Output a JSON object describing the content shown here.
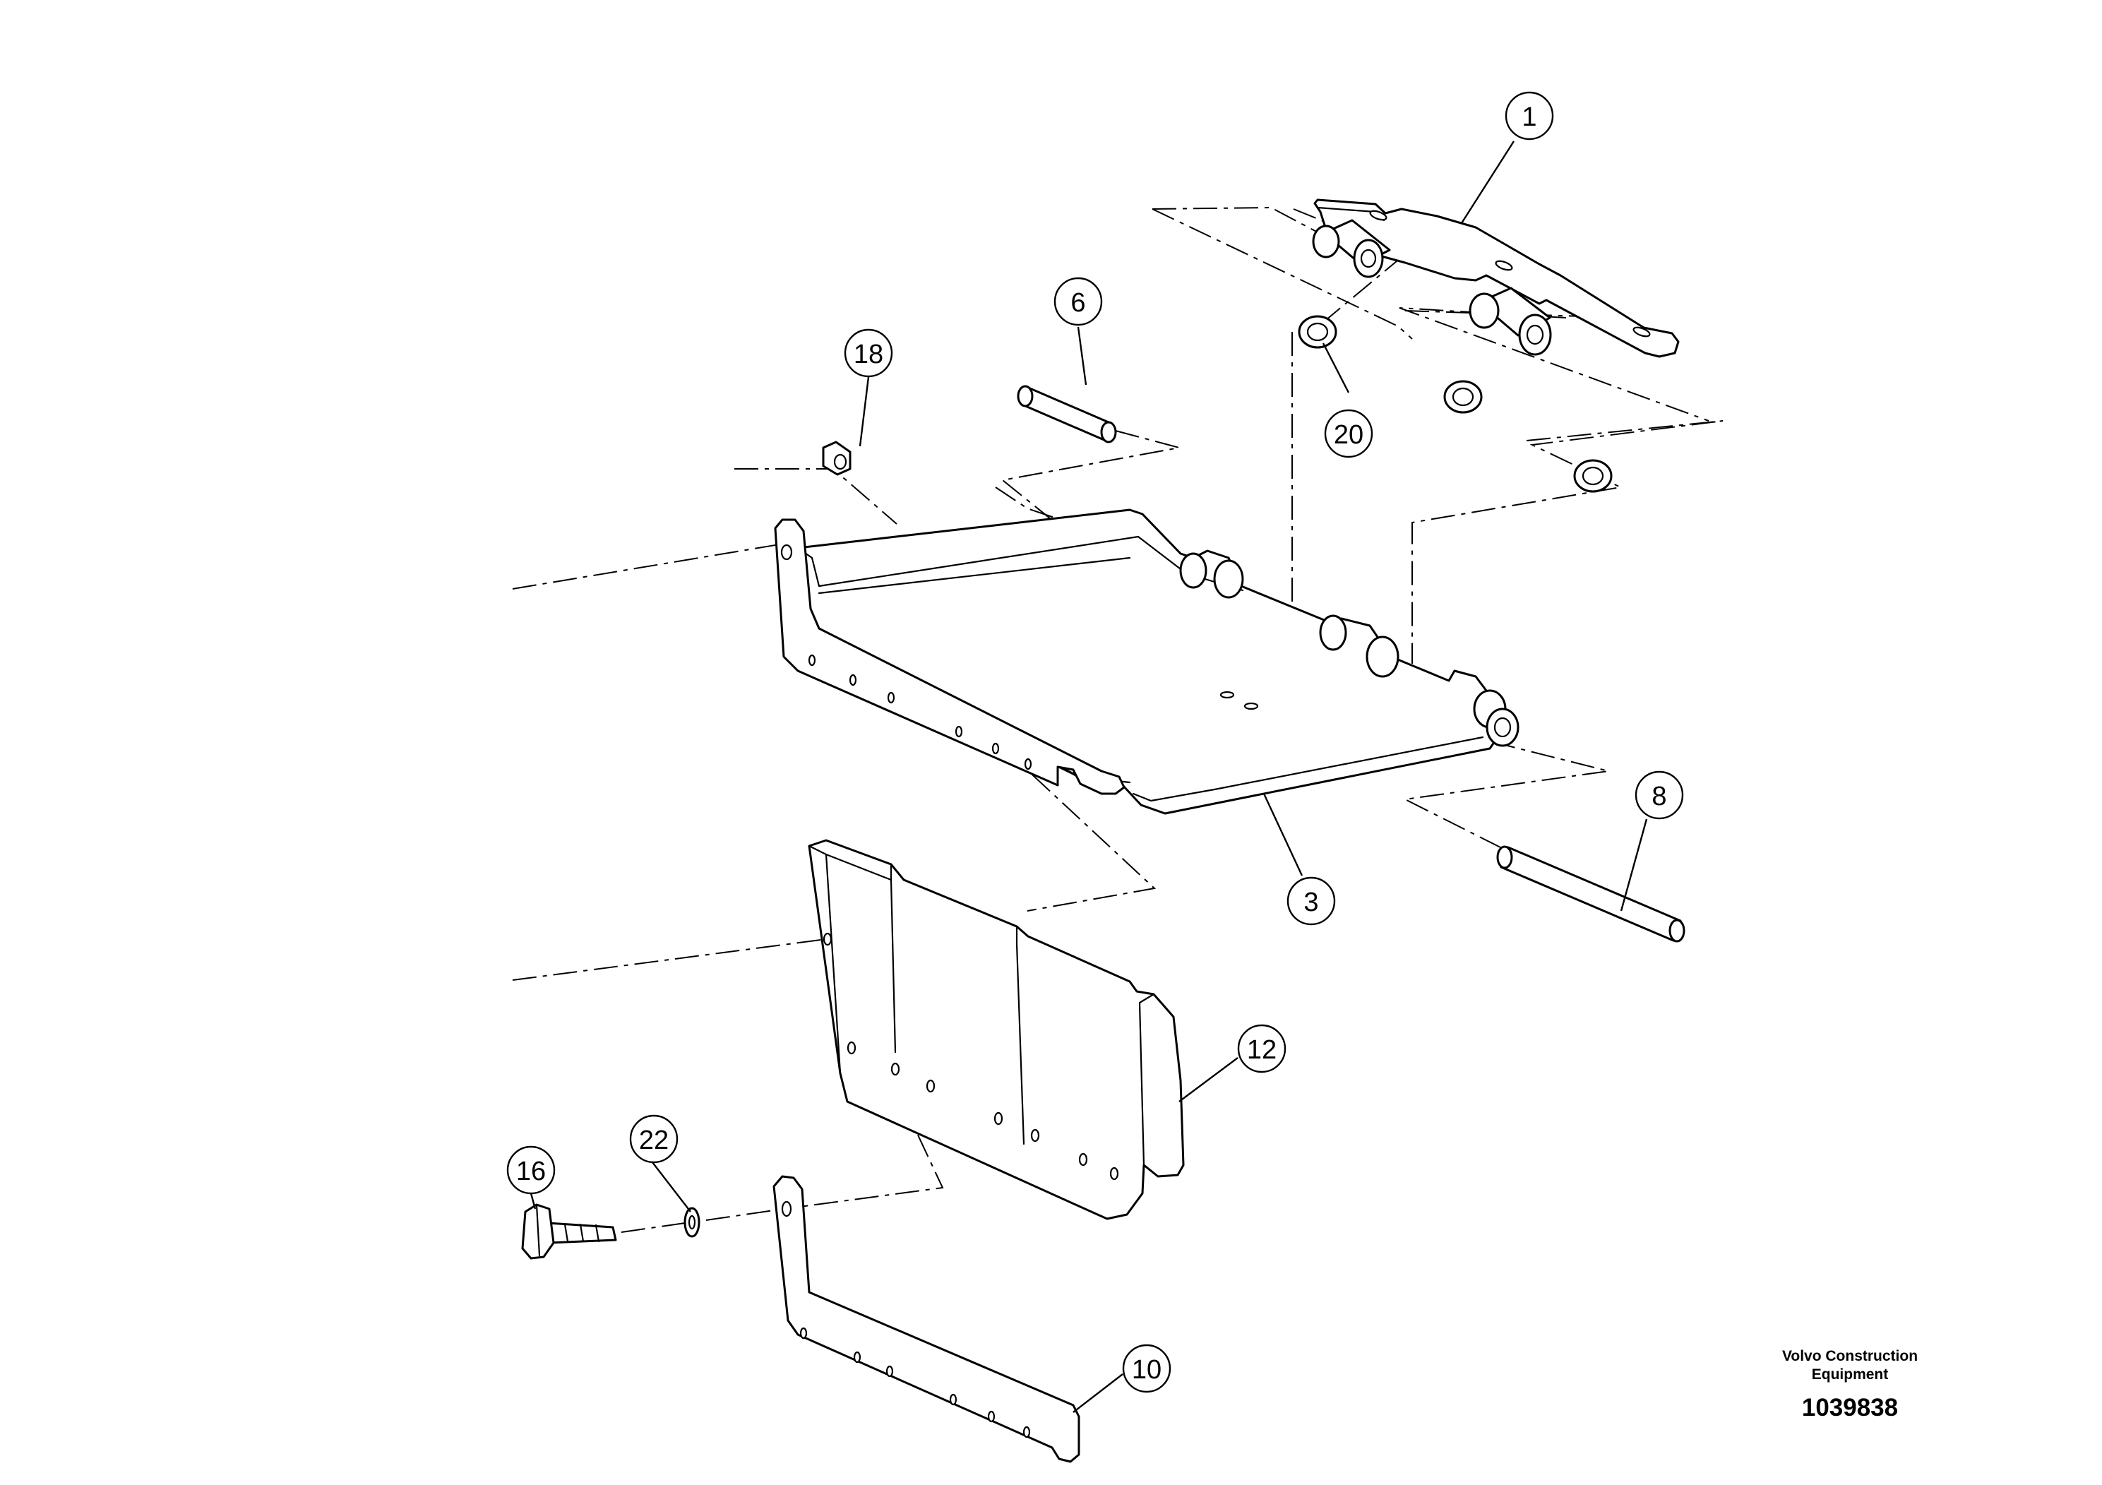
{
  "diagram": {
    "callouts": [
      "1",
      "3",
      "6",
      "8",
      "10",
      "12",
      "16",
      "18",
      "20",
      "22"
    ]
  },
  "footer": {
    "company_line1": "Volvo Construction",
    "company_line2": "Equipment",
    "drawing_number": "1039838"
  }
}
